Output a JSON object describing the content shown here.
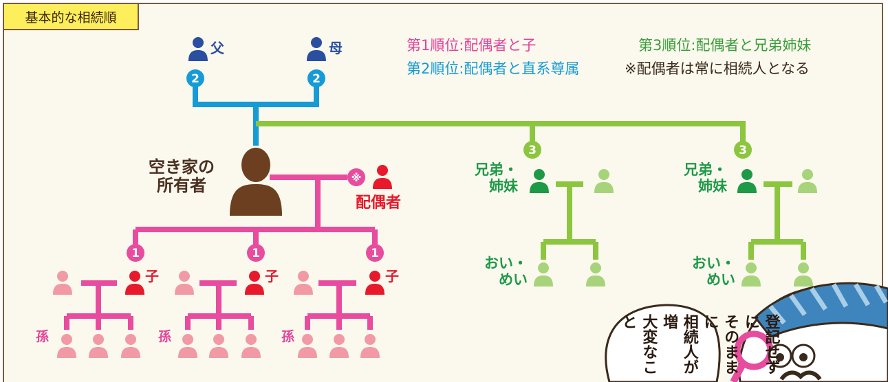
{
  "title_tag": "基本的な相続順",
  "legend": {
    "rank1": "第1順位:配偶者と子",
    "rank2": "第2順位:配偶者と直系尊属",
    "rank3": "第3順位:配偶者と兄弟姉妹",
    "note": "※配偶者は常に相続人となる"
  },
  "labels": {
    "father": "父",
    "mother": "母",
    "owner_line1": "空き家の",
    "owner_line2": "所有者",
    "spouse": "配偶者",
    "spouse_mark": "※",
    "child": "子",
    "grandchild": "孫",
    "sibling_line1": "兄弟・",
    "sibling_line2": "姉妹",
    "nephew_line1": "おい・",
    "nephew_line2": "めい"
  },
  "ranks": {
    "one": "1",
    "two": "2",
    "three": "3"
  },
  "speech": {
    "line1": "登記せずに",
    "line2": "そのままに",
    "line3": "相続人が増",
    "line4": "大変なこと"
  },
  "colors": {
    "blue_line": "#159bd6",
    "green_line": "#8cc63f",
    "pink_line": "#e84c9e",
    "brown_owner": "#6b3f1f",
    "red_person": "#e8192b",
    "pink_person": "#f19aa6",
    "green_person": "#1e9a47",
    "light_green_person": "#a7d47a",
    "navy_parent": "#2a4ea0",
    "tag_yellow": "#fdee5c",
    "frame_brown": "#7a5a3c"
  }
}
